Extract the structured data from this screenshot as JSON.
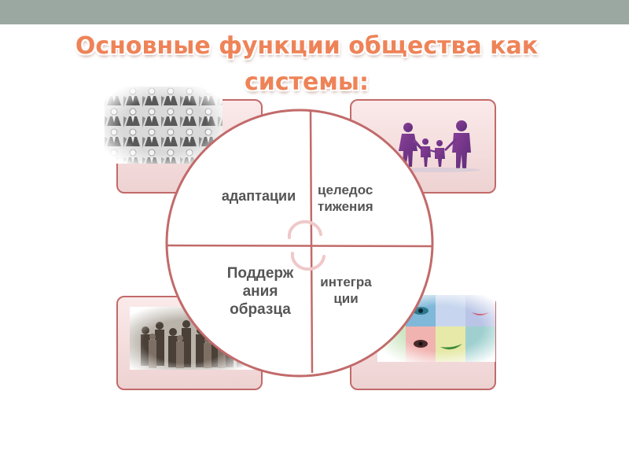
{
  "slide": {
    "title": "Основные функции общества как системы:",
    "title_color": "#ee8358",
    "accent_color": "#c26a6a",
    "quadrants": [
      {
        "label": "адаптации",
        "image": "business-crowd-pattern"
      },
      {
        "label": "целедос тижения",
        "image": "family-silhouette"
      },
      {
        "label": "Поддерж ания образца",
        "image": "street-crowd"
      },
      {
        "label": "интегра ции",
        "image": "face-collage"
      }
    ]
  }
}
